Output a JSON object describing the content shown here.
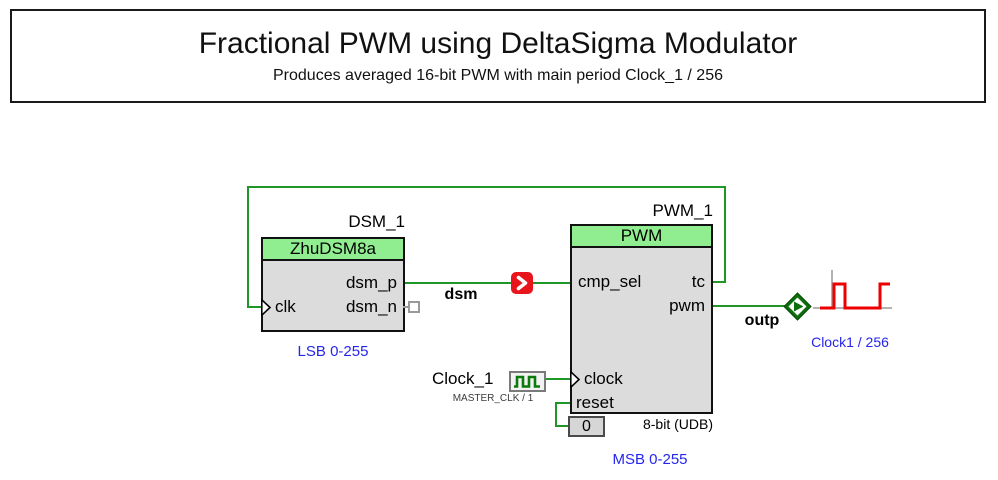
{
  "banner": {
    "title": "Fractional PWM using DeltaSigma Modulator",
    "subtitle": "Produces averaged 16-bit PWM with main period Clock_1 / 256"
  },
  "dsm_block": {
    "name": "DSM_1",
    "type": "ZhuDSM8a",
    "ports": {
      "clk": "clk",
      "dsm_p": "dsm_p",
      "dsm_n": "dsm_n"
    },
    "caption": "LSB 0-255"
  },
  "pwm_block": {
    "name": "PWM_1",
    "type": "PWM",
    "ports": {
      "cmp_sel": "cmp_sel",
      "clock": "clock",
      "reset": "reset",
      "tc": "tc",
      "pwm": "pwm"
    },
    "impl": "8-bit (UDB)",
    "caption": "MSB 0-255"
  },
  "clock_source": {
    "name": "Clock_1",
    "detail": "MASTER_CLK / 1"
  },
  "constant_source": {
    "value": "0"
  },
  "net_labels": {
    "dsm": "dsm",
    "outp": "outp"
  },
  "output_terminal": {
    "caption": "Clock1 / 256"
  },
  "colors": {
    "wire_green": "#1f9626",
    "header_green": "#90ee90",
    "block_gray": "#dcdcdc",
    "annotation_blue": "#2525ee",
    "marker_red": "#e8151d",
    "waveform_red": "#ee0000",
    "terminal_green": "#0d6e0d"
  }
}
